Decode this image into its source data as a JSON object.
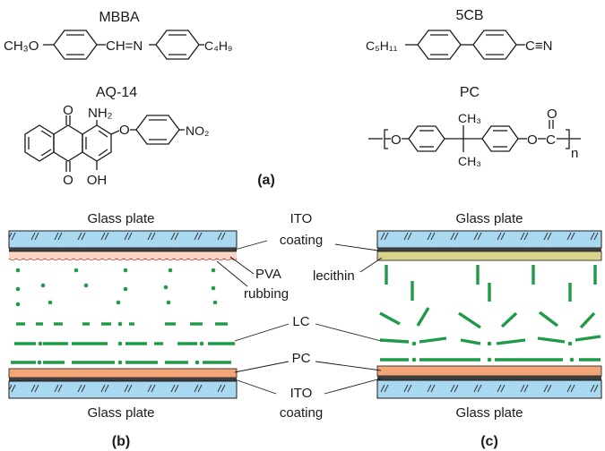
{
  "molecules": {
    "mbba": {
      "name": "MBBA",
      "left_group": "CH₃O",
      "linker": "CH=N",
      "right_group": "C₄H₉"
    },
    "cb5": {
      "name": "5CB",
      "left_group": "C₅H₁₁",
      "right_group": "C≡N"
    },
    "aq14": {
      "name": "AQ-14",
      "top_o": "O",
      "bottom_o": "O",
      "amine": "NH₂",
      "hydroxyl": "OH",
      "ether_o": "O",
      "nitro": "NO₂"
    },
    "pc": {
      "name": "PC",
      "ether_o_left": "O",
      "ether_o_right": "O",
      "methyl_top": "CH₃",
      "methyl_bottom": "CH₃",
      "carbonyl_c": "C",
      "carbonyl_o": "O",
      "repeat_n": "n"
    }
  },
  "panel_labels": {
    "a": "(a)",
    "b": "(b)",
    "c": "(c)"
  },
  "cell_labels": {
    "glass_top_b": "Glass plate",
    "glass_bottom_b": "Glass plate",
    "glass_top_c": "Glass plate",
    "glass_bottom_c": "Glass plate",
    "ito_top": "ITO",
    "coating_top": "coating",
    "ito_bottom": "ITO",
    "coating_bottom": "coating",
    "pva": "PVA",
    "rubbing": "rubbing",
    "lecithin": "lecithin",
    "lc": "LC",
    "pc": "PC"
  },
  "colors": {
    "glass": "#a9d9f1",
    "ito": "#3e3e3e",
    "pva": "#f8d5c5",
    "pc_layer": "#f2a577",
    "lecithin": "#d8d48c",
    "lc": "#1f9a48"
  }
}
